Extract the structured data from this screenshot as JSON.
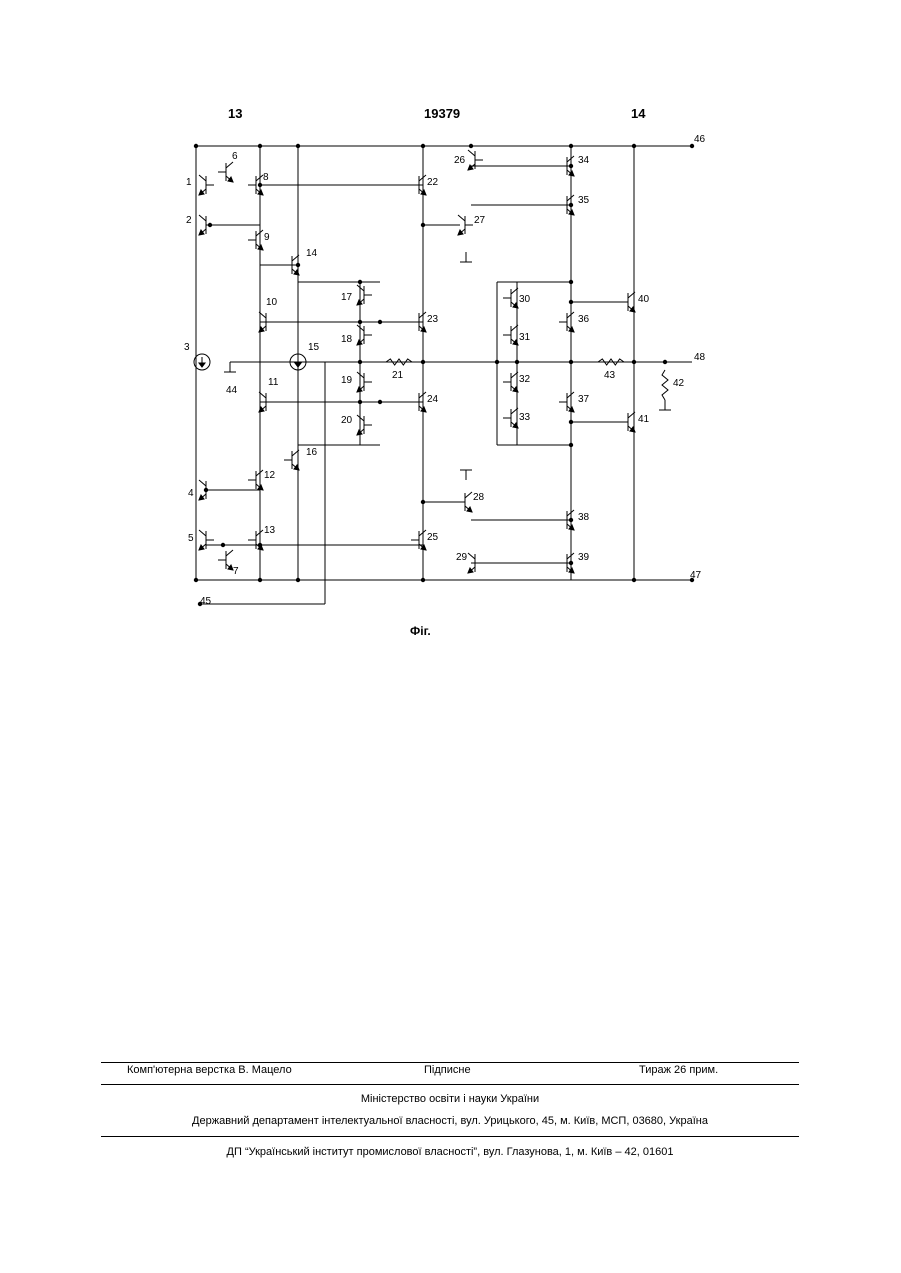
{
  "header": {
    "left_page": "13",
    "patent_number": "19379",
    "right_page": "14"
  },
  "figure": {
    "caption": "Фіг.",
    "node_labels": [
      {
        "id": "n1",
        "text": "1"
      },
      {
        "id": "n2",
        "text": "2"
      },
      {
        "id": "n3",
        "text": "3"
      },
      {
        "id": "n4",
        "text": "4"
      },
      {
        "id": "n5",
        "text": "5"
      },
      {
        "id": "n6",
        "text": "6"
      },
      {
        "id": "n7",
        "text": "7"
      },
      {
        "id": "n8",
        "text": "8"
      },
      {
        "id": "n9",
        "text": "9"
      },
      {
        "id": "n10",
        "text": "10"
      },
      {
        "id": "n11",
        "text": "11"
      },
      {
        "id": "n12",
        "text": "12"
      },
      {
        "id": "n13",
        "text": "13"
      },
      {
        "id": "n14",
        "text": "14"
      },
      {
        "id": "n15",
        "text": "15"
      },
      {
        "id": "n16",
        "text": "16"
      },
      {
        "id": "n17",
        "text": "17"
      },
      {
        "id": "n18",
        "text": "18"
      },
      {
        "id": "n19",
        "text": "19"
      },
      {
        "id": "n20",
        "text": "20"
      },
      {
        "id": "n21",
        "text": "21"
      },
      {
        "id": "n22",
        "text": "22"
      },
      {
        "id": "n23",
        "text": "23"
      },
      {
        "id": "n24",
        "text": "24"
      },
      {
        "id": "n25",
        "text": "25"
      },
      {
        "id": "n26",
        "text": "26"
      },
      {
        "id": "n27",
        "text": "27"
      },
      {
        "id": "n28",
        "text": "28"
      },
      {
        "id": "n29",
        "text": "29"
      },
      {
        "id": "n30",
        "text": "30"
      },
      {
        "id": "n31",
        "text": "31"
      },
      {
        "id": "n32",
        "text": "32"
      },
      {
        "id": "n33",
        "text": "33"
      },
      {
        "id": "n34",
        "text": "34"
      },
      {
        "id": "n35",
        "text": "35"
      },
      {
        "id": "n36",
        "text": "36"
      },
      {
        "id": "n37",
        "text": "37"
      },
      {
        "id": "n38",
        "text": "38"
      },
      {
        "id": "n39",
        "text": "39"
      },
      {
        "id": "n40",
        "text": "40"
      },
      {
        "id": "n41",
        "text": "41"
      },
      {
        "id": "n42",
        "text": "42"
      },
      {
        "id": "n43",
        "text": "43"
      },
      {
        "id": "n44",
        "text": "44"
      },
      {
        "id": "n45",
        "text": "45"
      },
      {
        "id": "n46",
        "text": "46"
      },
      {
        "id": "n47",
        "text": "47"
      },
      {
        "id": "n48",
        "text": "48"
      }
    ]
  },
  "footer": {
    "layout_by": "Комп'ютерна верстка В. Мацело",
    "signed": "Підписне",
    "circulation": "Тираж 26 прим.",
    "ministry": "Міністерство освіти і науки України",
    "department": "Державний департамент інтелектуальної власності, вул. Урицького, 45, м. Київ, МСП, 03680, Україна",
    "institute": "ДП “Український інститут промислової власності”, вул. Глазунова, 1, м. Київ – 42, 01601"
  }
}
